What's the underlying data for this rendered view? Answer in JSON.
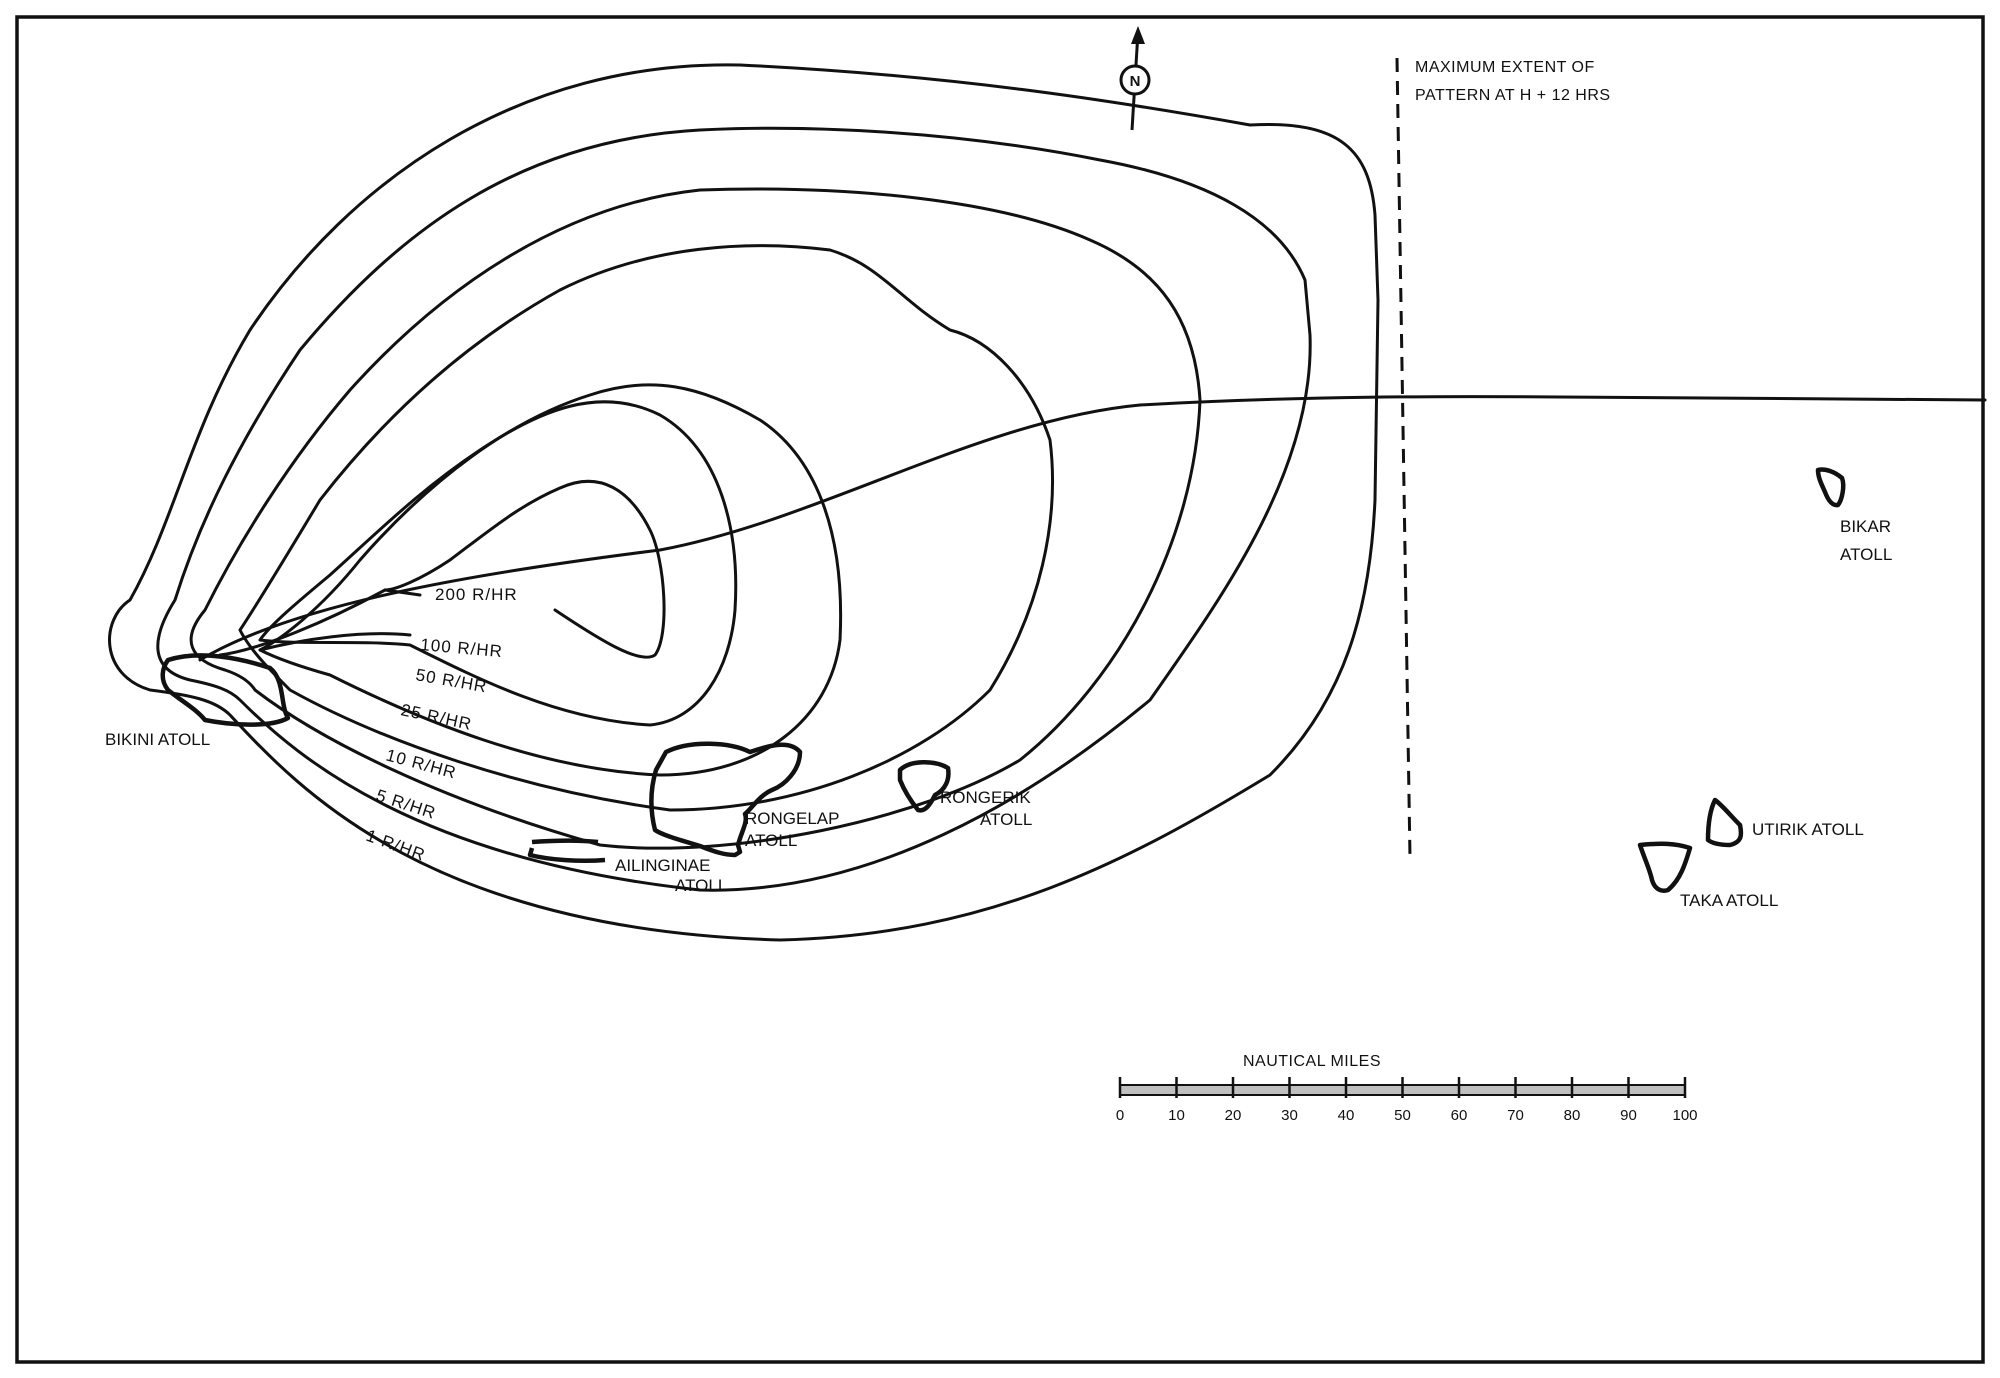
{
  "map": {
    "contour_labels": [
      "200 R/HR",
      "100 R/HR",
      "50 R/HR",
      "25 R/HR",
      "10 R/HR",
      "5 R/HR",
      "1 R/HR"
    ],
    "places": {
      "bikini": "BIKINI ATOLL",
      "rongelap": [
        "RONGELAP",
        "ATOLL"
      ],
      "ailinginae": [
        "AILINGINAE",
        "ATOLL"
      ],
      "rongerik": [
        "RONGERIK",
        "ATOLL"
      ],
      "bikar": [
        "BIKAR",
        "ATOLL"
      ],
      "utirik": "UTIRIK ATOLL",
      "taka": "TAKA ATOLL"
    },
    "extent_note": [
      "MAXIMUM EXTENT OF",
      "PATTERN AT H + 12 HRS"
    ],
    "north_symbol": "N",
    "scale": {
      "title": "NAUTICAL MILES",
      "ticks": [
        "0",
        "10",
        "20",
        "30",
        "40",
        "50",
        "60",
        "70",
        "80",
        "90",
        "100"
      ]
    },
    "colors": {
      "ink": "#111111",
      "paper": "#ffffff"
    }
  }
}
